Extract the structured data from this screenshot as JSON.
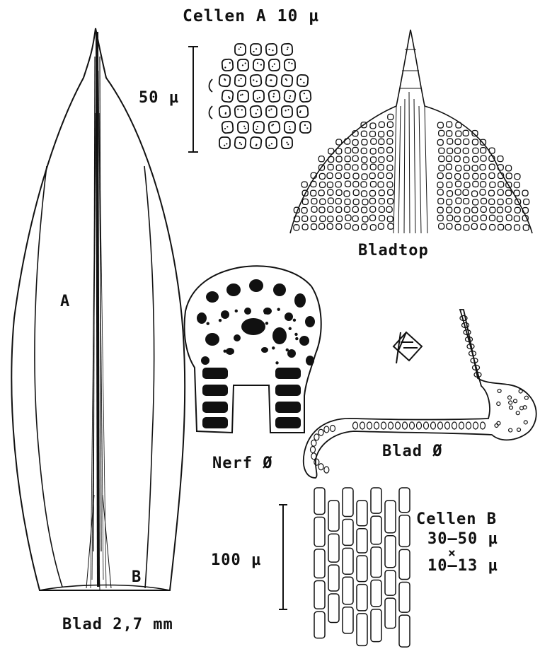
{
  "labels": {
    "cellen_a": "Cellen A 10 µ",
    "scale_50": "50 µ",
    "region_a": "A",
    "region_b": "B",
    "bladtop": "Bladtop",
    "nerf": "Nerf Ø",
    "blad_section": "Blad Ø",
    "scale_100": "100 µ",
    "cellen_b": "Cellen B",
    "cellen_b_length": "30–50 µ",
    "cellen_b_times": "×",
    "cellen_b_width": "10–13 µ",
    "blad_size": "Blad 2,7 mm"
  },
  "colors": {
    "ink": "#111111",
    "paper": "#ffffff"
  }
}
